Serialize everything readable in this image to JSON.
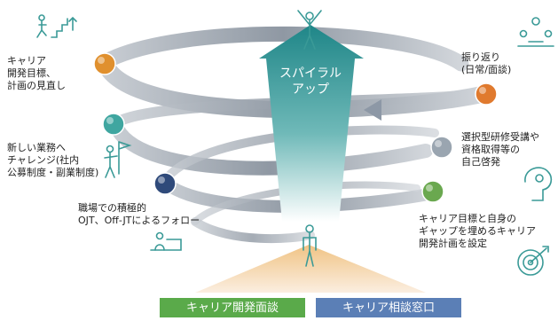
{
  "center_label": "スパイラル\nアップ",
  "steps": [
    {
      "label": "振り返り\n(日常/面談)",
      "color": "#e07a2e"
    },
    {
      "label": "選択型研修受講や\n資格取得等の\n自己啓発",
      "color": "#9aa5b0"
    },
    {
      "label": "キャリア目標と自身の\nギャップを埋めるキャリア\n開発計画を設定",
      "color": "#6aa84f"
    },
    {
      "label": "職場での積極的\nOJT、Off-JTによるフォロー",
      "color": "#2f4a7a"
    },
    {
      "label": "新しい業務へ\nチャレンジ(社内\n公募制度・副業制度)",
      "color": "#3fa6a0"
    },
    {
      "label": "キャリア\n開発目標、\n計画の見直し",
      "color": "#e0902e"
    }
  ],
  "buttons": [
    {
      "label": "キャリア開発面談",
      "color": "#5aaa4a"
    },
    {
      "label": "キャリア相談窓口",
      "color": "#5b7fb6"
    }
  ],
  "icons": {
    "stairs": "stairs-climb-icon",
    "meeting": "meeting-icon",
    "brain": "brain-gear-icon",
    "target": "target-icon",
    "laptop": "laptop-user-icon",
    "flag": "flag-person-icon",
    "cheer": "cheering-person-icon",
    "person": "standing-person-icon"
  },
  "colors": {
    "teal": "#2a8f8f",
    "icon": "#3a9a97",
    "arrow": "#8d98a6"
  }
}
